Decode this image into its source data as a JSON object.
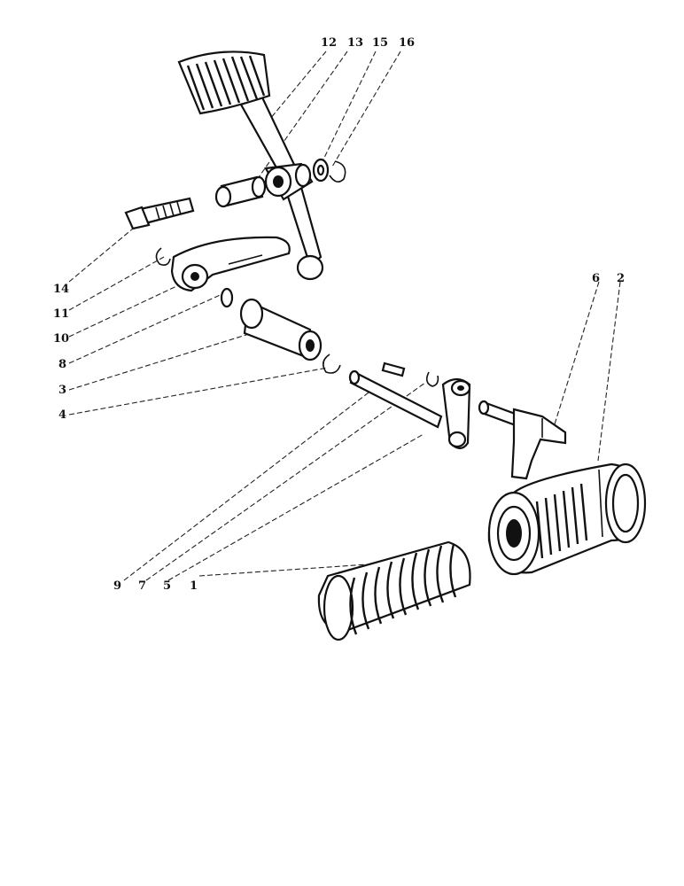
{
  "callouts": {
    "c12": "12",
    "c13": "13",
    "c15": "15",
    "c16": "16",
    "c14": "14",
    "c11": "11",
    "c10": "10",
    "c8": "8",
    "c3": "3",
    "c4": "4",
    "c6": "6",
    "c2": "2",
    "c9": "9",
    "c7": "7",
    "c5": "5",
    "c1": "1"
  }
}
